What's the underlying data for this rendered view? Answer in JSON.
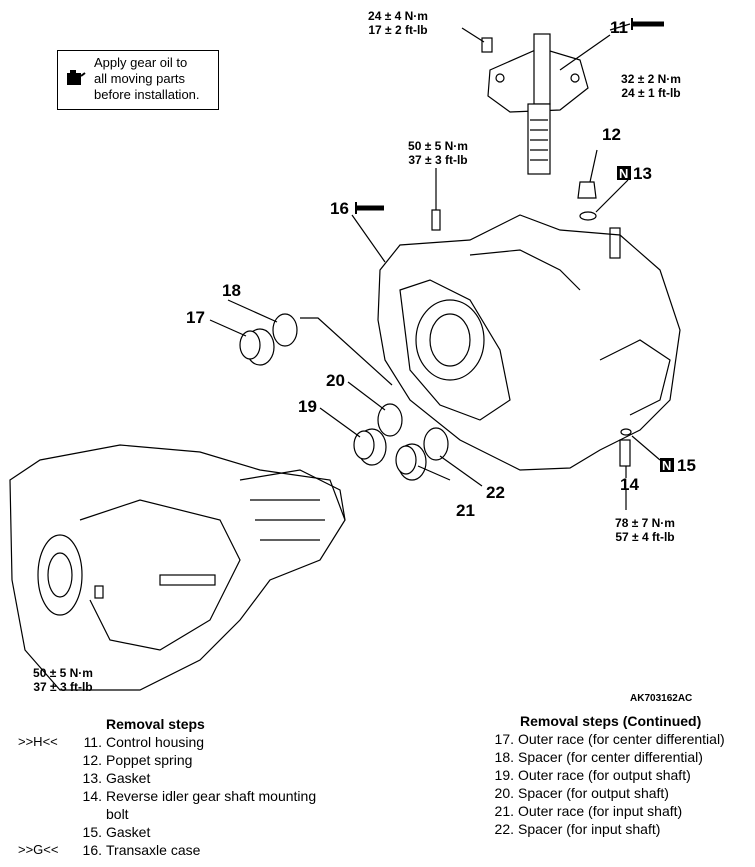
{
  "note": {
    "text": [
      "Apply gear oil to",
      "all moving parts",
      "before installation."
    ]
  },
  "torques": {
    "t1": [
      "24 ± 4 N·m",
      "17 ± 2 ft-lb"
    ],
    "t2": [
      "32 ± 2 N·m",
      "24 ± 1 ft-lb"
    ],
    "t3": [
      "50 ± 5 N·m",
      "37 ± 3 ft-lb"
    ],
    "t4": [
      "78 ± 7 N·m",
      "57 ± 4 ft-lb"
    ],
    "t5": [
      "50 ± 5 N·m",
      "37 ± 3 ft-lb"
    ]
  },
  "callouts": {
    "c11": "11",
    "c12": "12",
    "c13": "13",
    "c14": "14",
    "c15": "15",
    "c16": "16",
    "c17": "17",
    "c18": "18",
    "c19": "19",
    "c20": "20",
    "c21": "21",
    "c22": "22"
  },
  "new_part_marker": "N",
  "figure_code": "AK703162AC",
  "removal_steps": {
    "title": "Removal steps",
    "items": [
      {
        "ref": ">>H<<",
        "num": "11.",
        "text": "Control housing"
      },
      {
        "ref": "",
        "num": "12.",
        "text": "Poppet spring"
      },
      {
        "ref": "",
        "num": "13.",
        "text": "Gasket"
      },
      {
        "ref": "",
        "num": "14.",
        "text": "Reverse idler gear shaft mounting"
      },
      {
        "ref": "",
        "num": "",
        "text": "bolt"
      },
      {
        "ref": "",
        "num": "15.",
        "text": "Gasket"
      },
      {
        "ref": ">>G<<",
        "num": "16.",
        "text": "Transaxle case"
      }
    ]
  },
  "removal_steps_continued": {
    "title": "Removal steps (Continued)",
    "items": [
      {
        "num": "17.",
        "text": "Outer race (for center differential)"
      },
      {
        "num": "18.",
        "text": "Spacer (for center differential)"
      },
      {
        "num": "19.",
        "text": "Outer race (for output shaft)"
      },
      {
        "num": "20.",
        "text": "Spacer (for output shaft)"
      },
      {
        "num": "21.",
        "text": "Outer race (for input shaft)"
      },
      {
        "num": "22.",
        "text": "Spacer (for input shaft)"
      }
    ]
  }
}
